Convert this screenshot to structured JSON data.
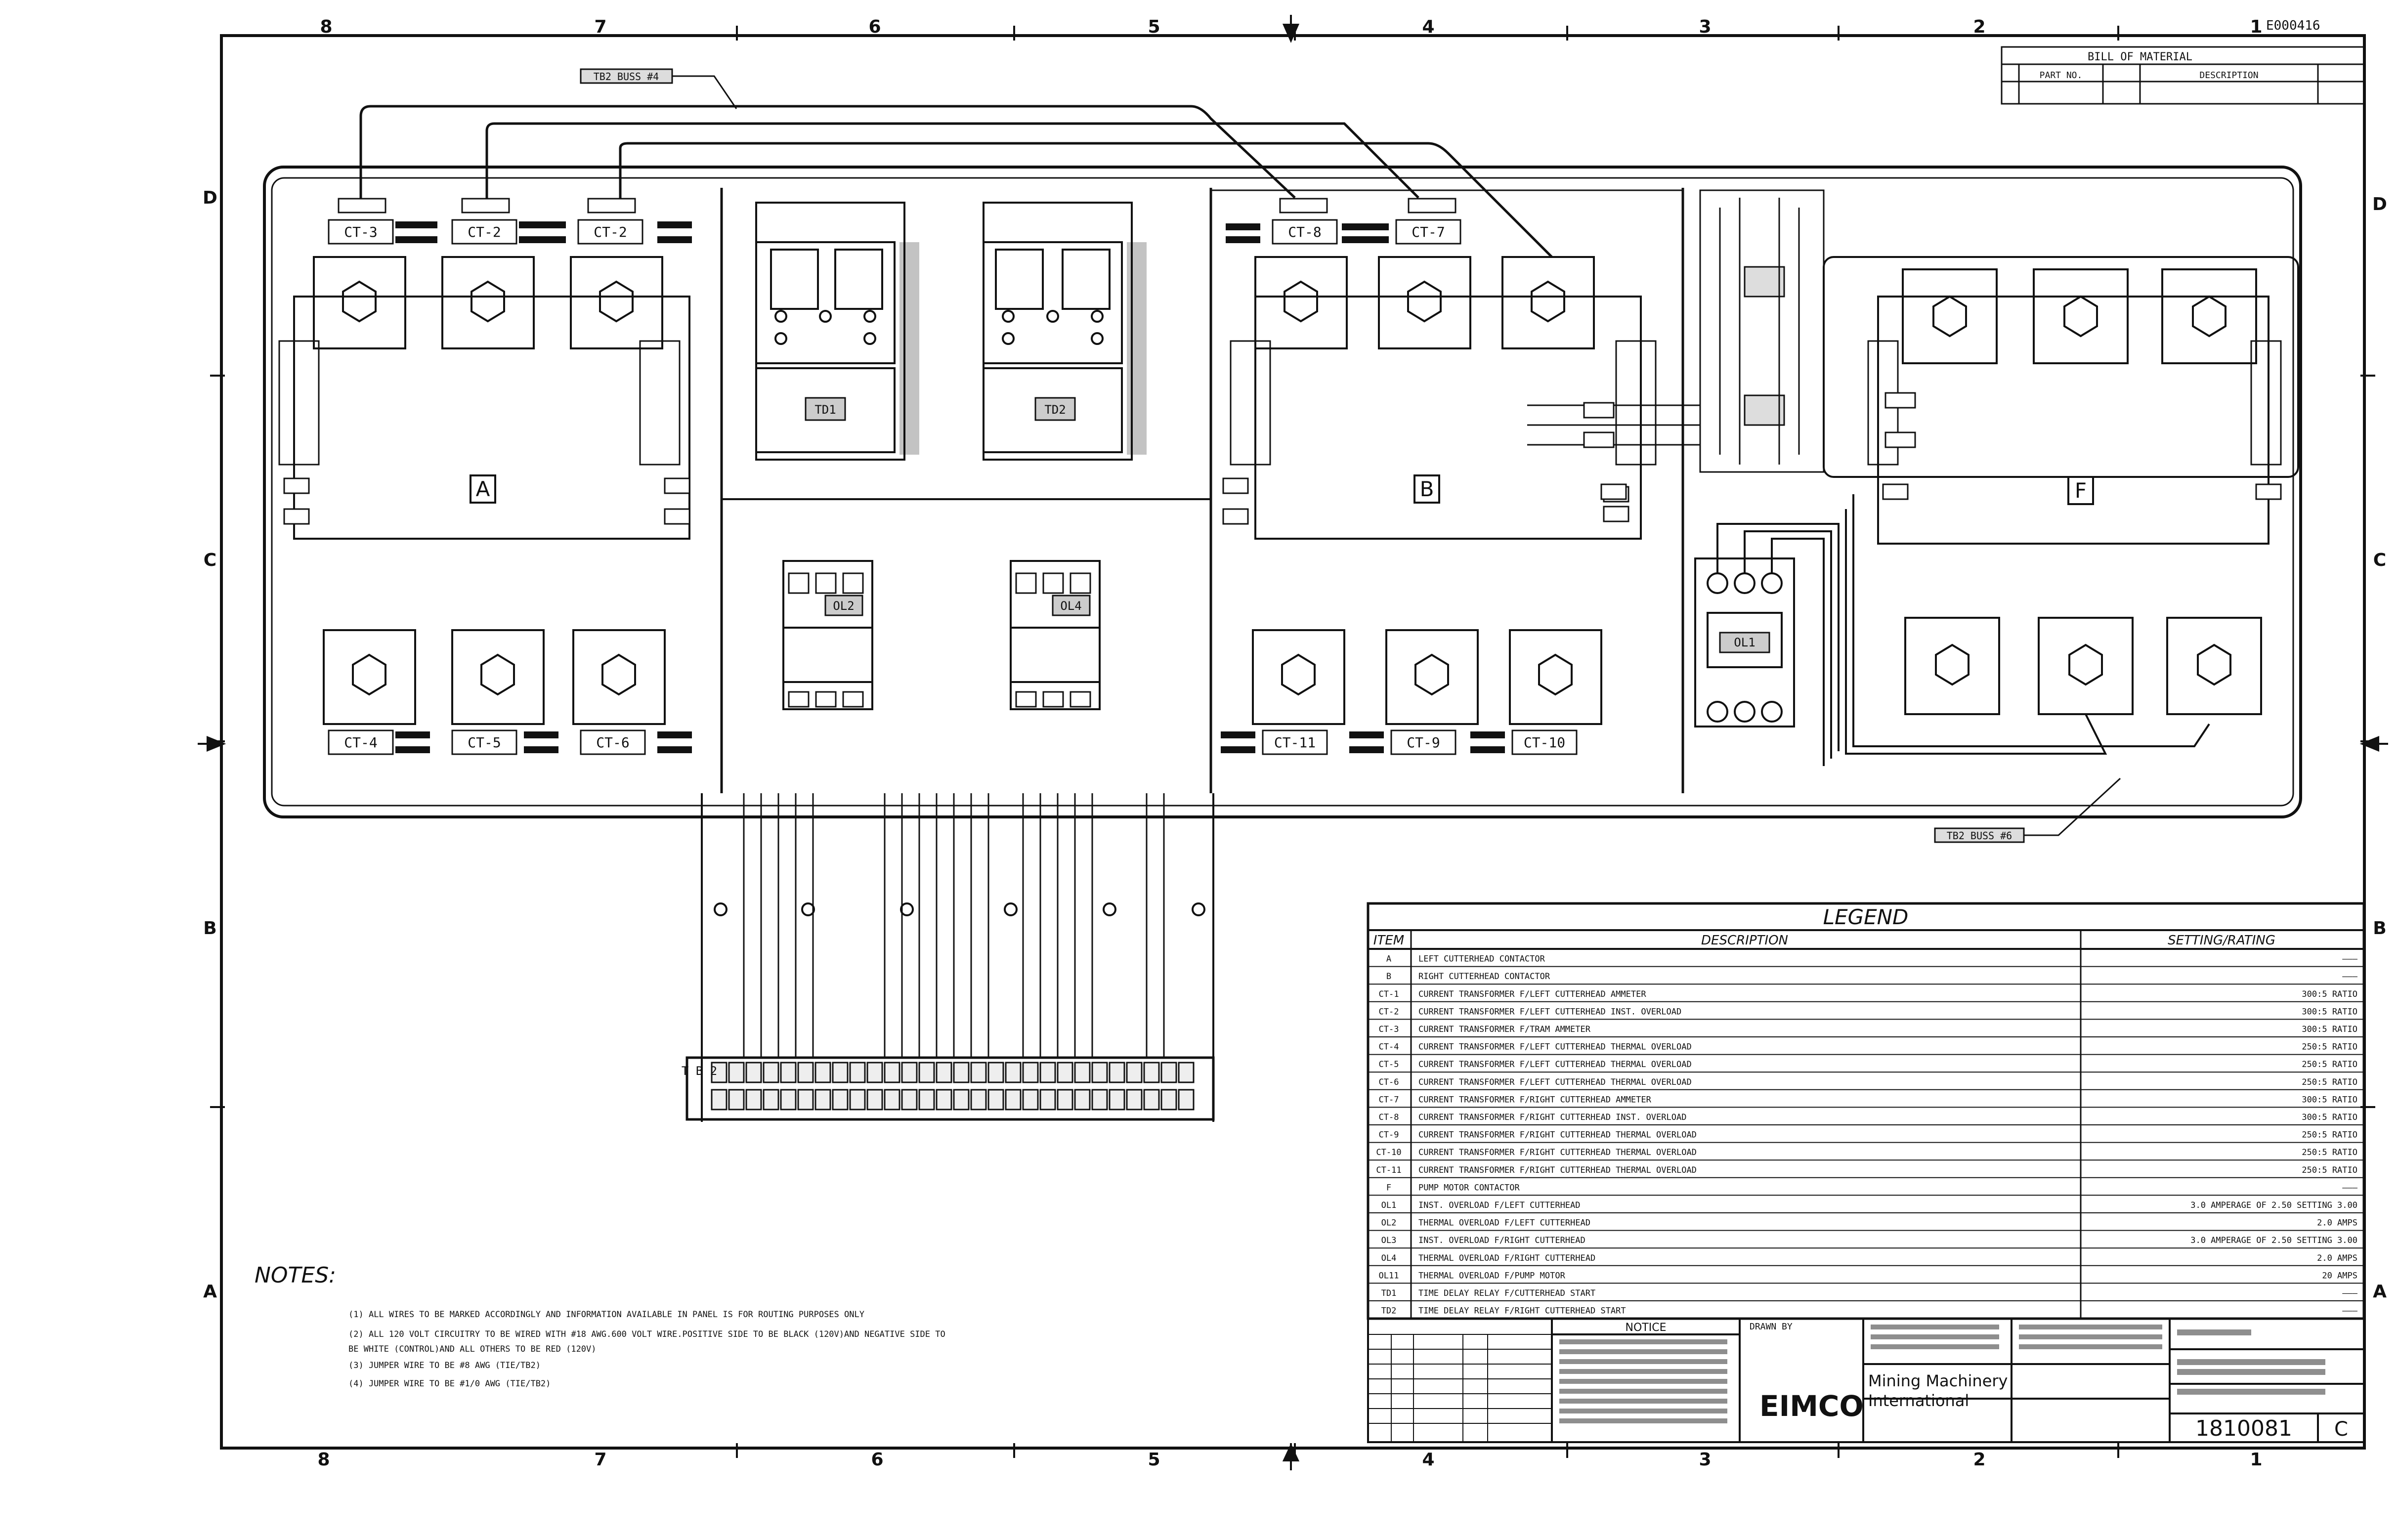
{
  "border": {
    "columns": [
      "8",
      "7",
      "6",
      "5",
      "4",
      "3",
      "2",
      "1"
    ],
    "rows": [
      "D",
      "C",
      "B",
      "A"
    ],
    "sheet_id": "E000416"
  },
  "bom": {
    "title": "BILL OF MATERIAL",
    "columns": [
      "PART NO.",
      "",
      "DESCRIPTION",
      ""
    ]
  },
  "tags": {
    "top": "TB2 BUSS #4",
    "bottom": "TB2 BUSS #6"
  },
  "contactor_labels": {
    "left": "A",
    "middle": "B",
    "right": "F"
  },
  "ct_labels": [
    "CT-3",
    "CT-2",
    "CT-2",
    "CT-8",
    "CT-7",
    "CT-4",
    "CT-5",
    "CT-6",
    "CT-11",
    "CT-9",
    "CT-10"
  ],
  "relay_labels": {
    "r1": "TD1",
    "r2": "TD2",
    "ol2": "OL2",
    "ol4": "OL4",
    "ol1": "OL1",
    "tb": "T B 2"
  },
  "legend": {
    "title": "LEGEND",
    "headers": [
      "ITEM",
      "DESCRIPTION",
      "SETTING/RATING"
    ],
    "rows": [
      {
        "item": "A",
        "desc": "LEFT CUTTERHEAD CONTACTOR",
        "rating": "———"
      },
      {
        "item": "B",
        "desc": "RIGHT CUTTERHEAD CONTACTOR",
        "rating": "———"
      },
      {
        "item": "CT-1",
        "desc": "CURRENT TRANSFORMER F/LEFT CUTTERHEAD AMMETER",
        "rating": "300:5 RATIO"
      },
      {
        "item": "CT-2",
        "desc": "CURRENT TRANSFORMER F/LEFT CUTTERHEAD INST. OVERLOAD",
        "rating": "300:5 RATIO"
      },
      {
        "item": "CT-3",
        "desc": "CURRENT TRANSFORMER F/TRAM AMMETER",
        "rating": "300:5 RATIO"
      },
      {
        "item": "CT-4",
        "desc": "CURRENT TRANSFORMER F/LEFT CUTTERHEAD THERMAL OVERLOAD",
        "rating": "250:5 RATIO"
      },
      {
        "item": "CT-5",
        "desc": "CURRENT TRANSFORMER F/LEFT CUTTERHEAD THERMAL OVERLOAD",
        "rating": "250:5 RATIO"
      },
      {
        "item": "CT-6",
        "desc": "CURRENT TRANSFORMER F/LEFT CUTTERHEAD THERMAL OVERLOAD",
        "rating": "250:5 RATIO"
      },
      {
        "item": "CT-7",
        "desc": "CURRENT TRANSFORMER F/RIGHT CUTTERHEAD AMMETER",
        "rating": "300:5 RATIO"
      },
      {
        "item": "CT-8",
        "desc": "CURRENT TRANSFORMER F/RIGHT CUTTERHEAD INST. OVERLOAD",
        "rating": "300:5 RATIO"
      },
      {
        "item": "CT-9",
        "desc": "CURRENT TRANSFORMER F/RIGHT CUTTERHEAD THERMAL OVERLOAD",
        "rating": "250:5 RATIO"
      },
      {
        "item": "CT-10",
        "desc": "CURRENT TRANSFORMER F/RIGHT CUTTERHEAD THERMAL OVERLOAD",
        "rating": "250:5 RATIO"
      },
      {
        "item": "CT-11",
        "desc": "CURRENT TRANSFORMER F/RIGHT CUTTERHEAD THERMAL OVERLOAD",
        "rating": "250:5 RATIO"
      },
      {
        "item": "F",
        "desc": "PUMP MOTOR CONTACTOR",
        "rating": "———"
      },
      {
        "item": "OL1",
        "desc": "INST. OVERLOAD F/LEFT CUTTERHEAD",
        "rating": "3.0 AMPERAGE OF 2.50 SETTING 3.00"
      },
      {
        "item": "OL2",
        "desc": "THERMAL OVERLOAD F/LEFT CUTTERHEAD",
        "rating": "2.0 AMPS"
      },
      {
        "item": "OL3",
        "desc": "INST. OVERLOAD F/RIGHT CUTTERHEAD",
        "rating": "3.0 AMPERAGE OF 2.50 SETTING 3.00"
      },
      {
        "item": "OL4",
        "desc": "THERMAL OVERLOAD F/RIGHT CUTTERHEAD",
        "rating": "2.0 AMPS"
      },
      {
        "item": "OL11",
        "desc": "THERMAL OVERLOAD F/PUMP MOTOR",
        "rating": "20 AMPS"
      },
      {
        "item": "TD1",
        "desc": "TIME DELAY RELAY F/CUTTERHEAD START",
        "rating": "———"
      },
      {
        "item": "TD2",
        "desc": "TIME DELAY RELAY F/RIGHT CUTTERHEAD START",
        "rating": "———"
      }
    ]
  },
  "notes": {
    "title": "NOTES:",
    "lines": [
      "(1) ALL WIRES TO BE MARKED ACCORDINGLY AND INFORMATION AVAILABLE IN PANEL IS FOR ROUTING PURPOSES ONLY",
      "(2) ALL 120 VOLT CIRCUITRY TO BE WIRED WITH #18 AWG.600 VOLT WIRE.POSITIVE SIDE TO BE BLACK (120V)AND NEGATIVE SIDE TO",
      "    BE WHITE (CONTROL)AND ALL OTHERS TO BE RED (120V)",
      "(3) JUMPER WIRE TO BE #8 AWG (TIE/TB2)",
      "(4) JUMPER WIRE TO BE #1/0 AWG (TIE/TB2)"
    ]
  },
  "title_block": {
    "company": "EIMCO",
    "subtitle_lines": [
      "Mining Machinery",
      "International"
    ],
    "drawing_number": "1810081",
    "revision": "C",
    "notice_title": "NOTICE",
    "drawn_label": "DRAWN BY"
  }
}
